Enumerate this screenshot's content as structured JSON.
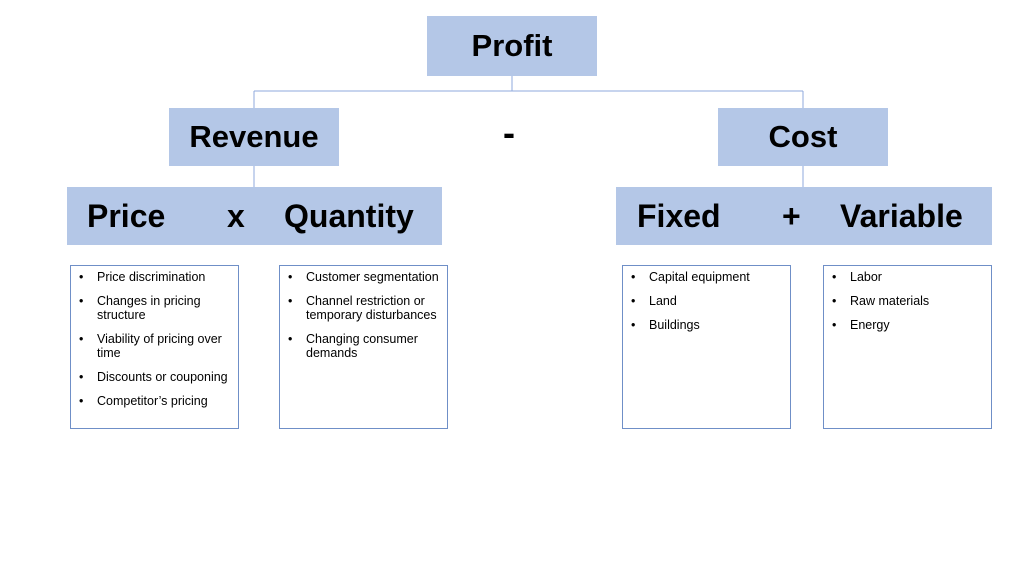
{
  "profit": "Profit",
  "revenue": "Revenue",
  "cost": "Cost",
  "minus": "-",
  "price": "Price",
  "times": "x",
  "quantity": "Quantity",
  "fixed": "Fixed",
  "plus": "+",
  "variable": "Variable",
  "price_items": [
    "Price discrimination",
    "Changes in pricing structure",
    "Viability of pricing over time",
    "Discounts or couponing",
    "Competitor’s pricing"
  ],
  "quantity_items": [
    "Customer segmentation",
    "Channel restriction or temporary disturbances",
    "Changing consumer demands"
  ],
  "fixed_items": [
    "Capital equipment",
    "Land",
    "Buildings"
  ],
  "variable_items": [
    "Labor",
    "Raw materials",
    "Energy"
  ],
  "colors": {
    "box_fill": "#b4c7e7",
    "connector": "#8faadc",
    "list_border": "#6f8fc7"
  }
}
